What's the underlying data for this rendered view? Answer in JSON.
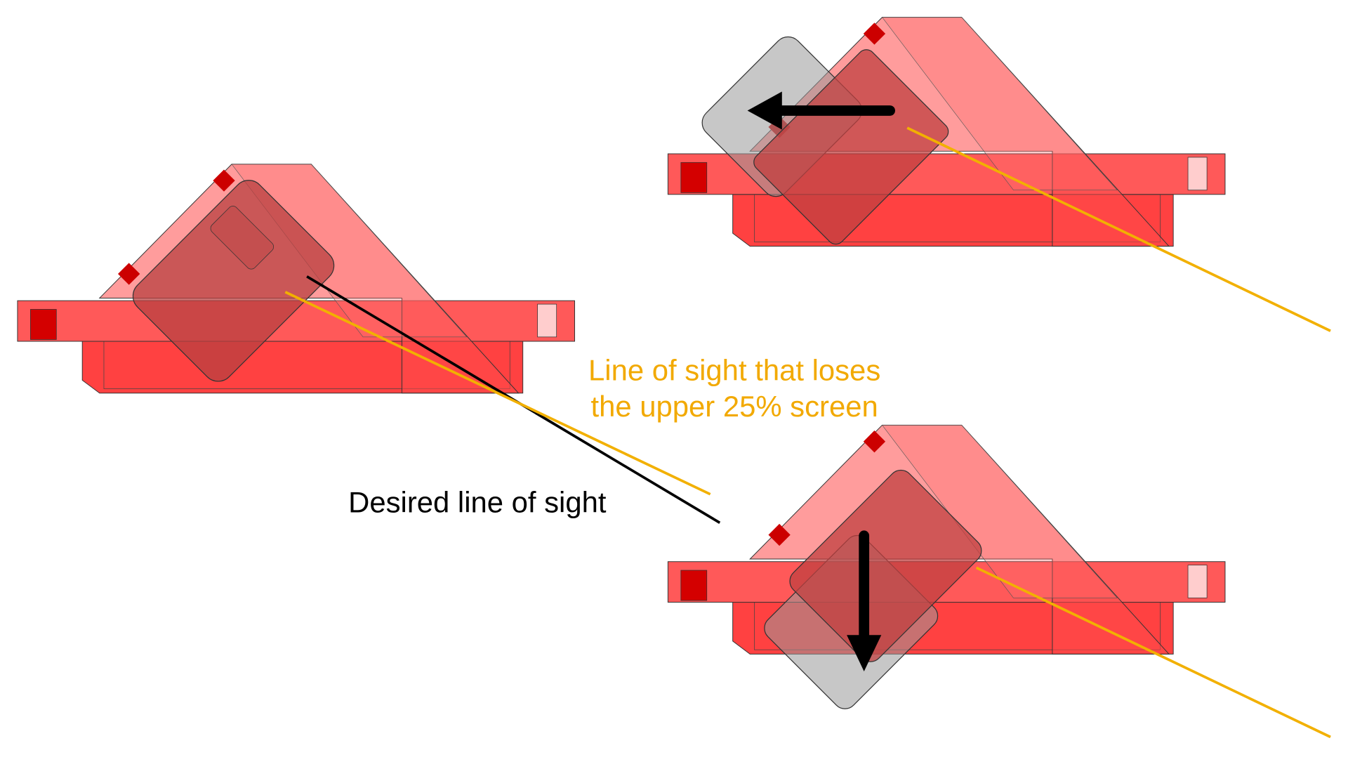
{
  "labels": {
    "lost_sight_line1": "Line of sight that loses",
    "lost_sight_line2": "the upper 25% screen",
    "desired": "Desired  line of sight"
  },
  "colors": {
    "housing_red": "#ff2a2a",
    "housing_translucent": "#ff5c5c",
    "screen_gray": "#8a8a8a",
    "sight_line_orange": "#f2b000",
    "desired_line_black": "#000000"
  }
}
